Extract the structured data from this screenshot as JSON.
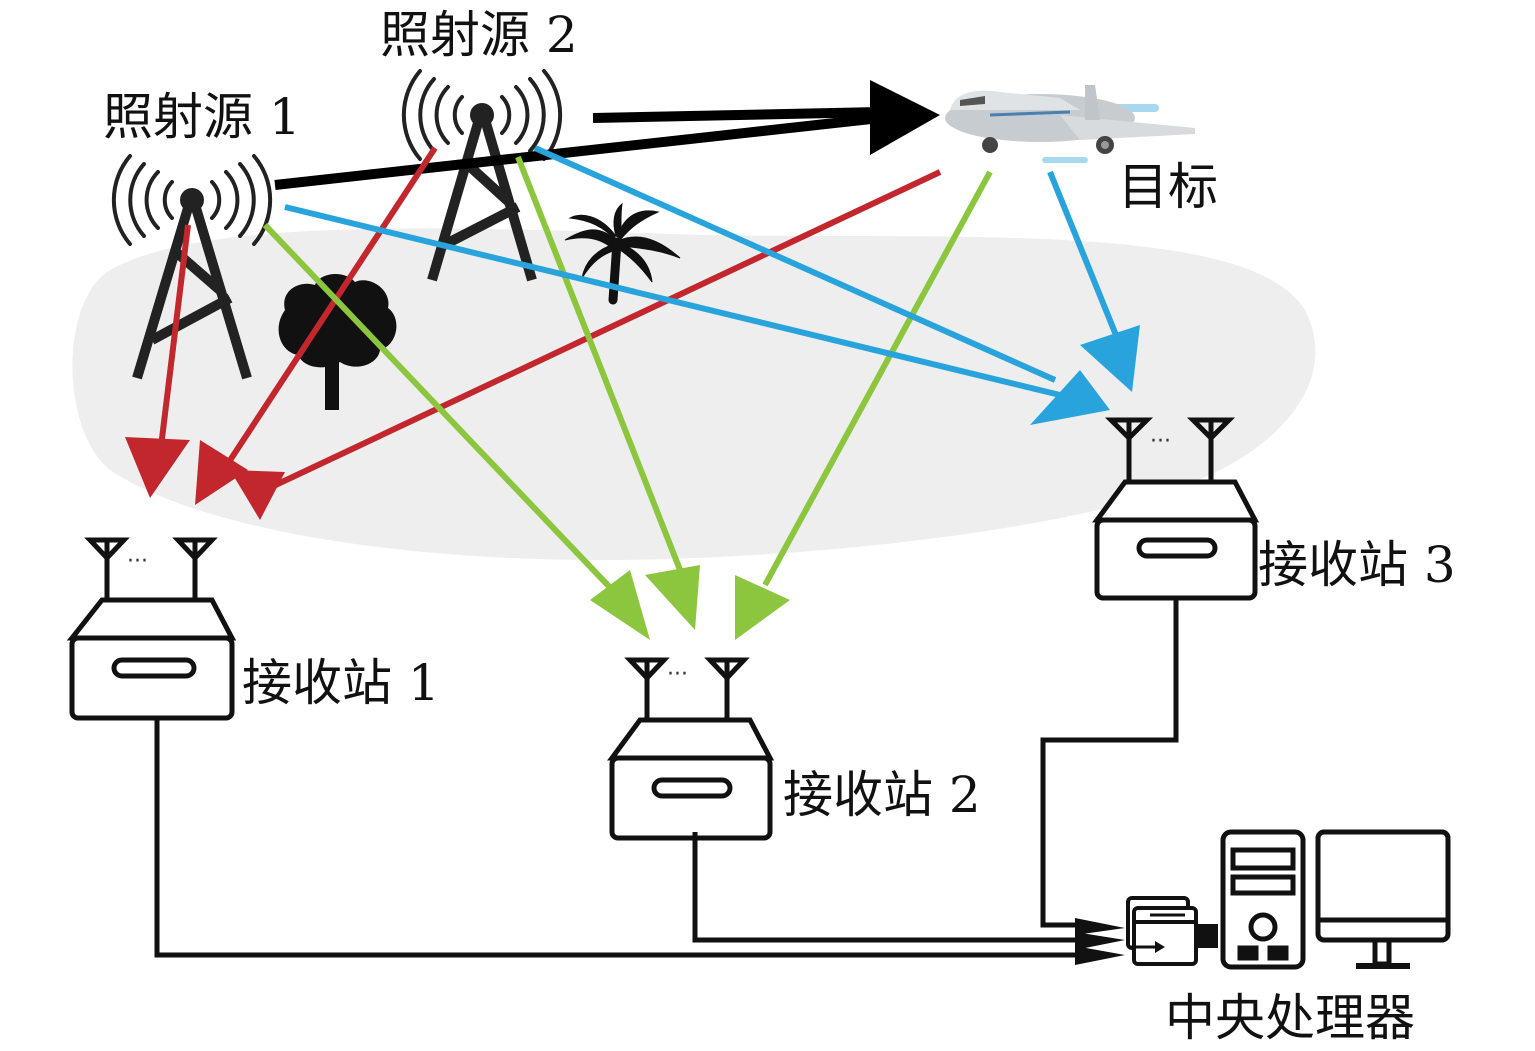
{
  "figure": {
    "type": "multistatic passive radar system diagram",
    "colors": {
      "direct_path_tx1": "#c1272d",
      "target_echo_rx1": "#c1272d",
      "green_paths": "#8cc63f",
      "blue_paths": "#29a3dc",
      "illumination": "#000000",
      "ground_region": "#eeeeee",
      "outline": "#111111"
    }
  },
  "labels": {
    "source1": "照射源 1",
    "source2": "照射源 2",
    "target": "目标",
    "receiver1": "接收站 1",
    "receiver2": "接收站 2",
    "receiver3": "接收站 3",
    "processor": "中央处理器"
  },
  "icons": {
    "source1": "radio-tower-icon",
    "source2": "radio-tower-icon",
    "target": "airplane-icon",
    "tree": "tree-icon",
    "palm": "palm-tree-icon",
    "receiver": "receiver-station-icon",
    "router": "network-router-icon",
    "pc": "desktop-tower-icon",
    "monitor": "monitor-icon"
  },
  "antenna_ellipsis": "···"
}
